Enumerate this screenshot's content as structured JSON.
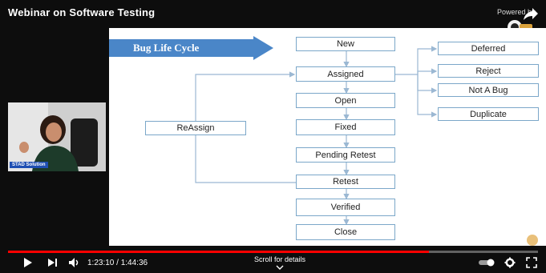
{
  "player": {
    "title": "Webinar on Software Testing",
    "powered_by": "Powered by",
    "time_display": "1:23:10 / 1:44:36",
    "scroll_hint": "Scroll for details",
    "progress_fraction": 0.795
  },
  "slide": {
    "banner_text": "Bug Life Cycle",
    "states": {
      "new": "New",
      "assigned": "Assigned",
      "open": "Open",
      "fixed": "Fixed",
      "pending_retest": "Pending Retest",
      "retest": "Retest",
      "verified": "Verified",
      "close": "Close",
      "reassign": "ReAssign",
      "deferred": "Deferred",
      "reject": "Reject",
      "not_a_bug": "Not A Bug",
      "duplicate": "Duplicate"
    }
  },
  "webcam": {
    "label": "STAD Solution"
  },
  "colors": {
    "banner": "#4a86c8",
    "box_border": "#7ba7c9",
    "arrow": "#9bb8d3",
    "progress": "#ff0000"
  }
}
